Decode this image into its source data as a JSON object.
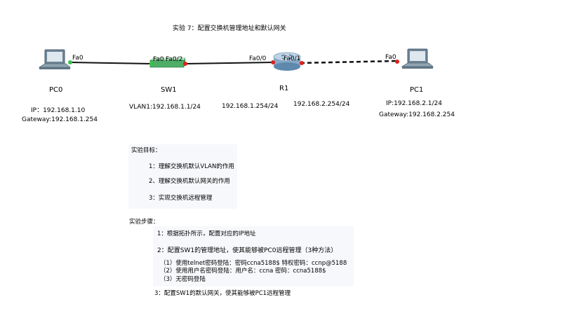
{
  "title": "实验 7：配置交换机管理地址和默认网关",
  "nodes": {
    "pc0": {
      "name": "PC0",
      "ip": "IP：192.168.1.10",
      "gateway": "Gateway:192.168.1.254"
    },
    "sw1": {
      "name": "SW1",
      "vlan": "VLAN1:192.168.1.1/24"
    },
    "r1": {
      "name": "R1",
      "ip_left": "192.168.1.254/24",
      "ip_right": "192.168.2.254/24"
    },
    "pc1": {
      "name": "PC1",
      "ip": "IP:192.168.2.1/24",
      "gateway": "Gateway:192.168.2.254"
    }
  },
  "ports": {
    "pc0_fa0": "Fa0",
    "sw1_fa0_1": "Fa0",
    "sw1_fa0_2": "Fa0/2",
    "r1_fa0_0": "Fa0/0",
    "r1_fa0_1": "Fa0/1",
    "pc1_fa0": "Fa0"
  },
  "colors": {
    "link": "#111111",
    "port_up": "#39c24a",
    "port_down": "#e0201b",
    "panel": "#f6f7fa"
  },
  "goals": {
    "heading": "实验目标：",
    "items": [
      "1：理解交换机默认VLAN的作用",
      "2、理解交换机默认网关的作用",
      "3：实现交换机远程管理"
    ]
  },
  "steps": {
    "heading": "实验步骤：",
    "items": [
      "1：根据拓扑所示，配置对应的IP地址",
      "2：配置SW1的管理地址，使其能够被PC0远程管理（3种方法）",
      "（1）使用telnet密码登陆：密码ccna5188$  特权密码：ccnp@5188",
      "（2）使用用户名密码登陆：用户名：ccna  密码：ccna5188$",
      "（3）无密码登陆",
      "3：配置SW1的默认网关，使其能够被PC1远程管理"
    ]
  }
}
